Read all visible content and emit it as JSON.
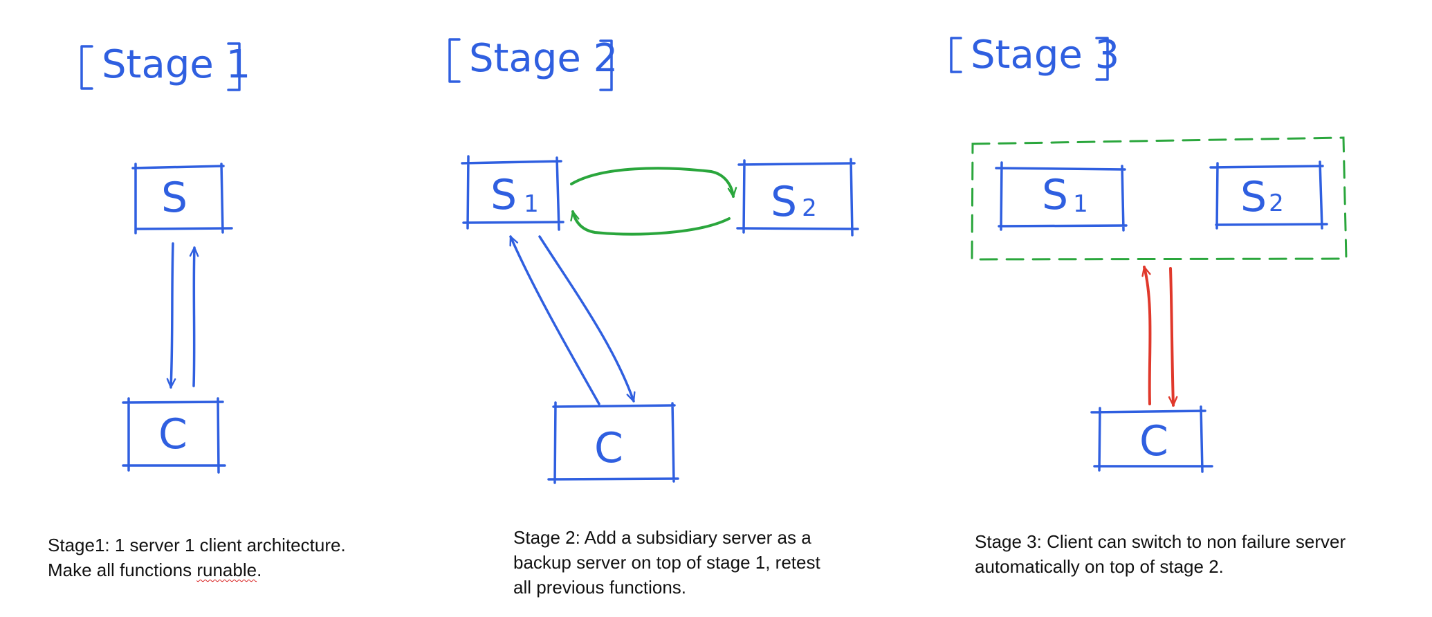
{
  "colors": {
    "sketch_blue": "#2f5fe0",
    "sketch_green": "#2aa63c",
    "sketch_red": "#e0382b",
    "caption_text": "#111111"
  },
  "stages": [
    {
      "title": "Stage 1",
      "nodes": {
        "server": "S",
        "client": "C"
      },
      "caption": {
        "line1": "Stage1: 1 server 1 client  architecture.",
        "line2_before": "Make all functions ",
        "line2_squiggle": "runable",
        "line2_after": "."
      }
    },
    {
      "title": "Stage 2",
      "nodes": {
        "server1": "S",
        "server1_sub": "1",
        "server2": "S",
        "server2_sub": "2",
        "client": "C"
      },
      "caption": {
        "text": "Stage 2: Add a subsidiary server as a\nbackup server on top of stage 1, retest\nall previous functions."
      }
    },
    {
      "title": "Stage 3",
      "nodes": {
        "server1": "S",
        "server1_sub": "1",
        "server2": "S",
        "server2_sub": "2",
        "client": "C"
      },
      "caption": {
        "text": "Stage 3: Client can switch to non failure server\nautomatically on top of stage 2."
      }
    }
  ]
}
